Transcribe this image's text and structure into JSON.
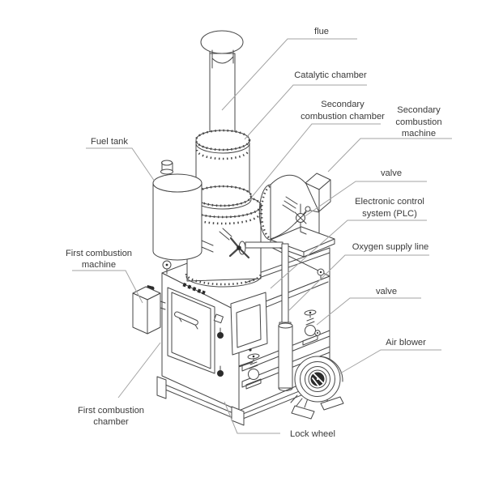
{
  "colors": {
    "paper": "#ffffff",
    "line": "#474747",
    "leader": "#a3a3a3",
    "text": "#3a3a3a",
    "dark": "#2b2b2b"
  },
  "labels": {
    "flue": {
      "lines": [
        "flue"
      ]
    },
    "catalytic_chamber": {
      "lines": [
        "Catalytic chamber"
      ]
    },
    "secondary_combustion_chamber": {
      "lines": [
        "Secondary",
        "combustion chamber"
      ]
    },
    "secondary_combustion_machine": {
      "lines": [
        "Secondary",
        "combustion",
        "machine"
      ]
    },
    "fuel_tank": {
      "lines": [
        "Fuel tank"
      ]
    },
    "valve_upper": {
      "lines": [
        "valve"
      ]
    },
    "electronic_control_system": {
      "lines": [
        "Electronic control",
        "system (PLC)"
      ]
    },
    "oxygen_supply_line": {
      "lines": [
        "Oxygen supply line"
      ]
    },
    "valve_lower": {
      "lines": [
        "valve"
      ]
    },
    "air_blower": {
      "lines": [
        "Air blower"
      ]
    },
    "first_combustion_machine": {
      "lines": [
        "First combustion",
        "machine"
      ]
    },
    "first_combustion_chamber": {
      "lines": [
        "First combustion",
        "chamber"
      ]
    },
    "lock_wheel": {
      "lines": [
        "Lock wheel"
      ]
    }
  }
}
